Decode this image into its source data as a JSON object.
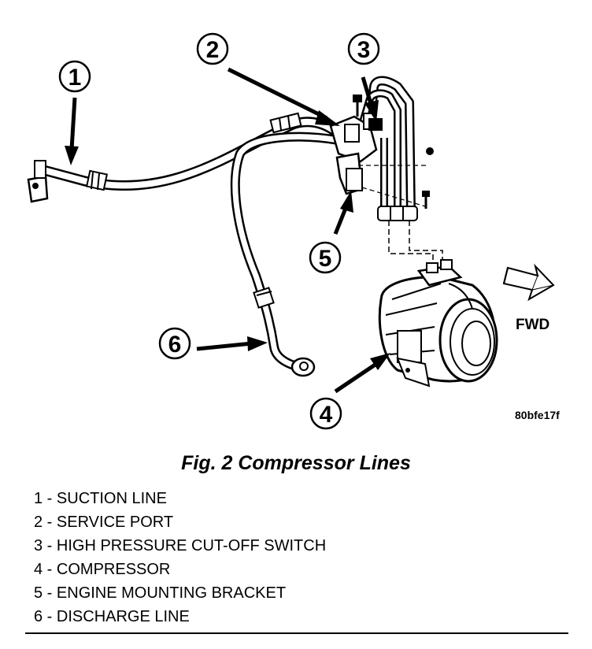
{
  "figure": {
    "callouts": [
      "1",
      "2",
      "3",
      "4",
      "5",
      "6"
    ],
    "fwd_label": "FWD",
    "image_code": "80bfe17f",
    "caption": "Fig. 2 Compressor Lines"
  },
  "legend": [
    {
      "number": "1",
      "label": "SUCTION LINE"
    },
    {
      "number": "2",
      "label": "SERVICE PORT"
    },
    {
      "number": "3",
      "label": "HIGH PRESSURE CUT-OFF SWITCH"
    },
    {
      "number": "4",
      "label": "COMPRESSOR"
    },
    {
      "number": "5",
      "label": "ENGINE MOUNTING BRACKET"
    },
    {
      "number": "6",
      "label": "DISCHARGE LINE"
    }
  ]
}
